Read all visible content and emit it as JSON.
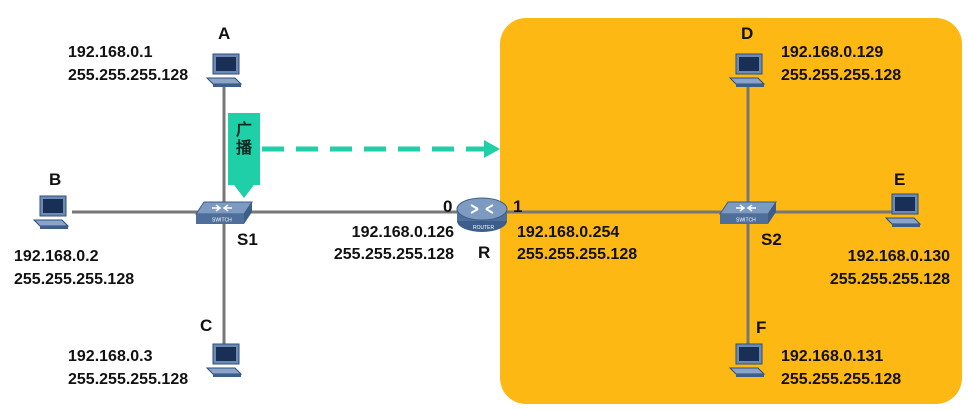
{
  "colors": {
    "zone": "#FDB813",
    "link": "#777777",
    "broadcast": "#1ECFA8"
  },
  "broadcast": {
    "label": "广播"
  },
  "router": {
    "name": "R",
    "device_text": "ROUTER",
    "if0": {
      "num": "0",
      "ip": "192.168.0.126",
      "mask": "255.255.255.128"
    },
    "if1": {
      "num": "1",
      "ip": "192.168.0.254",
      "mask": "255.255.255.128"
    }
  },
  "switches": [
    {
      "name": "S1",
      "device_text": "SWITCH"
    },
    {
      "name": "S2",
      "device_text": "SWITCH"
    }
  ],
  "hosts": {
    "A": {
      "name": "A",
      "ip": "192.168.0.1",
      "mask": "255.255.255.128"
    },
    "B": {
      "name": "B",
      "ip": "192.168.0.2",
      "mask": "255.255.255.128"
    },
    "C": {
      "name": "C",
      "ip": "192.168.0.3",
      "mask": "255.255.255.128"
    },
    "D": {
      "name": "D",
      "ip": "192.168.0.129",
      "mask": "255.255.255.128"
    },
    "E": {
      "name": "E",
      "ip": "192.168.0.130",
      "mask": "255.255.255.128"
    },
    "F": {
      "name": "F",
      "ip": "192.168.0.131",
      "mask": "255.255.255.128"
    }
  }
}
